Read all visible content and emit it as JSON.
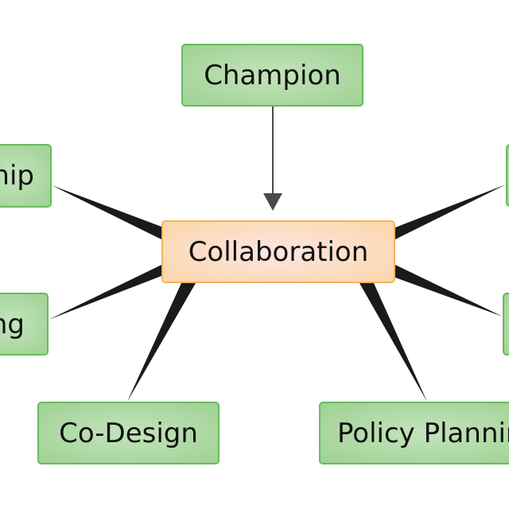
{
  "diagram": {
    "center": {
      "label": "Collaboration"
    },
    "top": {
      "label": "Champion"
    },
    "left_top": {
      "label": "Leadership"
    },
    "left_middle": {
      "label": "Networking"
    },
    "bottom_left": {
      "label": "Co-Design"
    },
    "bottom_right": {
      "label": "Policy Planning"
    },
    "right_top": {
      "label": ""
    },
    "right_middle": {
      "label": ""
    }
  },
  "colors": {
    "leaf_fill": "#a8d69c",
    "leaf_border": "#67bb5e",
    "center_fill": "#fcd9b0",
    "center_border": "#f3b45c",
    "connector": "#1a1a1a",
    "arrow": "#4a4a4a"
  }
}
